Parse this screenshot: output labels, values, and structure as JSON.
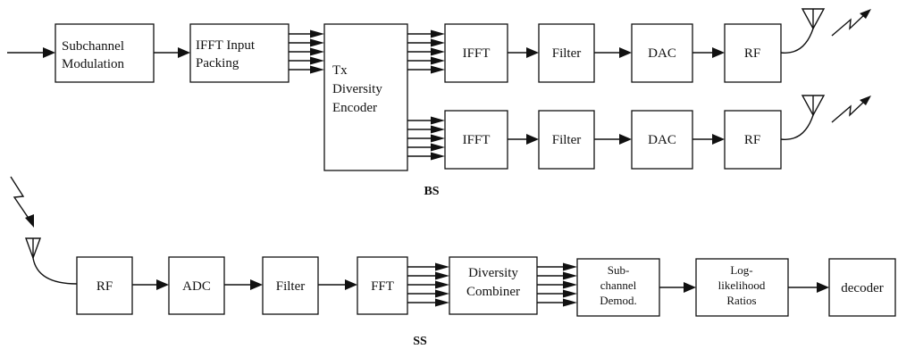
{
  "bs": {
    "caption": "BS",
    "subchannel_modulation": [
      "Subchannel",
      "Modulation"
    ],
    "ifft_input_packing": [
      "IFFT Input",
      "Packing"
    ],
    "tx_diversity_encoder": [
      "Tx",
      "Diversity",
      "Encoder"
    ],
    "upper_path": {
      "ifft": "IFFT",
      "filter": "Filter",
      "dac": "DAC",
      "rf": "RF"
    },
    "lower_path": {
      "ifft": "IFFT",
      "filter": "Filter",
      "dac": "DAC",
      "rf": "RF"
    }
  },
  "ss": {
    "caption": "SS",
    "rf": "RF",
    "adc": "ADC",
    "filter": "Filter",
    "fft": "FFT",
    "diversity_combiner": [
      "Diversity",
      "Combiner"
    ],
    "subchannel_demod": [
      "Sub-",
      "channel",
      "Demod."
    ],
    "log_likelihood_ratios": [
      "Log-",
      "likelihood",
      "Ratios"
    ],
    "decoder": "decoder"
  }
}
